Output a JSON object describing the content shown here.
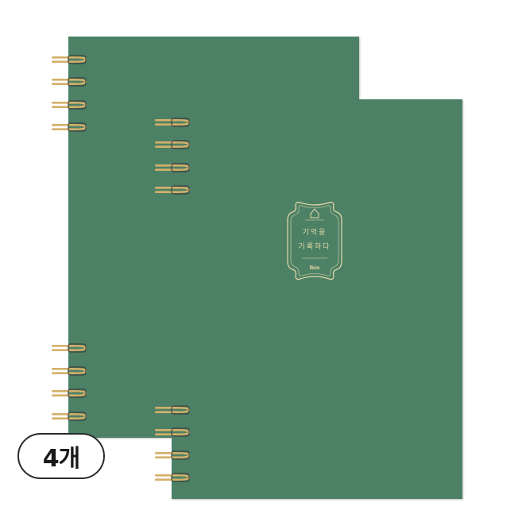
{
  "product": {
    "cover_color": "#4d8166",
    "ring_color": "#d4b06a",
    "label_color": "#e6d9a8",
    "label": {
      "line1": "기억을",
      "line2": "기록하다",
      "brand": "lbin"
    }
  },
  "badge": {
    "quantity_text": "4개"
  }
}
